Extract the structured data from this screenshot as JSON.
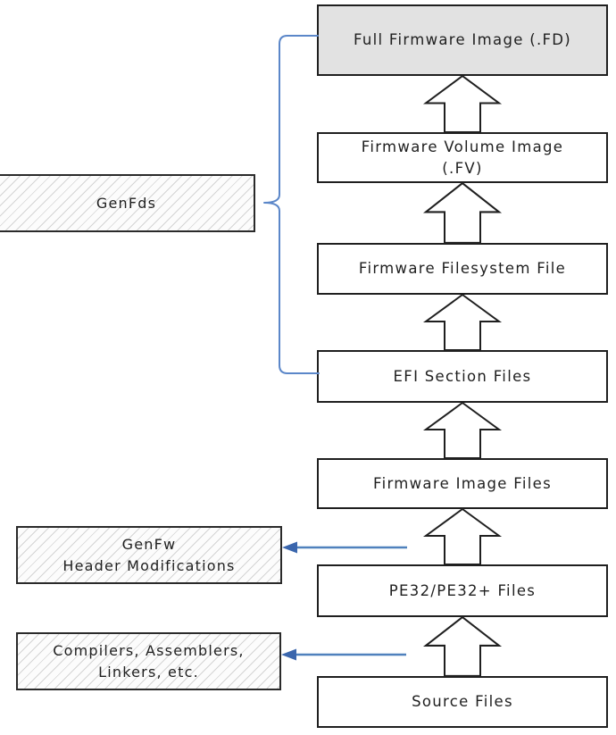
{
  "diagram": {
    "description": "Firmware build flow diagram",
    "flow": {
      "full_fd": {
        "line1": "Full Firmware Image (.FD)"
      },
      "fv": {
        "line1": "Firmware Volume Image",
        "line2": "(.FV)"
      },
      "ffs": {
        "line1": "Firmware Filesystem File"
      },
      "efi": {
        "line1": "EFI Section Files"
      },
      "fif": {
        "line1": "Firmware Image Files"
      },
      "pe32": {
        "line1": "PE32/PE32+ Files"
      },
      "src": {
        "line1": "Source Files"
      }
    },
    "tools": {
      "genfds": {
        "line1": "GenFds"
      },
      "genfw": {
        "line1": "GenFw",
        "line2": "Header Modifications"
      },
      "compilers": {
        "line1": "Compilers, Assemblers,",
        "line2": "Linkers, etc."
      }
    },
    "colors": {
      "brace_blue": "#5b87c9",
      "connector_blue": "#4f81bd",
      "connector_arrowhead_blue": "#3a66ad",
      "box_border": "#1f1f1f",
      "shaded_box_fill": "#e2e2e2",
      "background": "#ffffff"
    }
  }
}
